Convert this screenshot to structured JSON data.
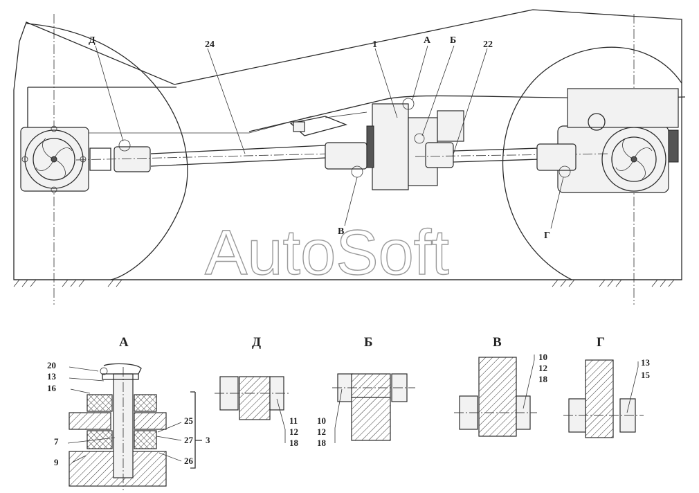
{
  "main_view": {
    "callouts": {
      "d": "Д",
      "n24": "24",
      "n1": "1",
      "a": "А",
      "b": "Б",
      "n22": "22",
      "v": "В",
      "g": "Г"
    },
    "watermark": "AutoSoft"
  },
  "detail_views": [
    {
      "title": "А",
      "labels": [
        "20",
        "13",
        "16",
        "7",
        "9",
        "25",
        "27",
        "26",
        "3"
      ]
    },
    {
      "title": "Д",
      "labels": [
        "11",
        "12",
        "18"
      ]
    },
    {
      "title": "Б",
      "labels": [
        "10",
        "12",
        "18"
      ]
    },
    {
      "title": "В",
      "labels": [
        "10",
        "12",
        "18"
      ]
    },
    {
      "title": "Г",
      "labels": [
        "13",
        "15"
      ]
    }
  ]
}
